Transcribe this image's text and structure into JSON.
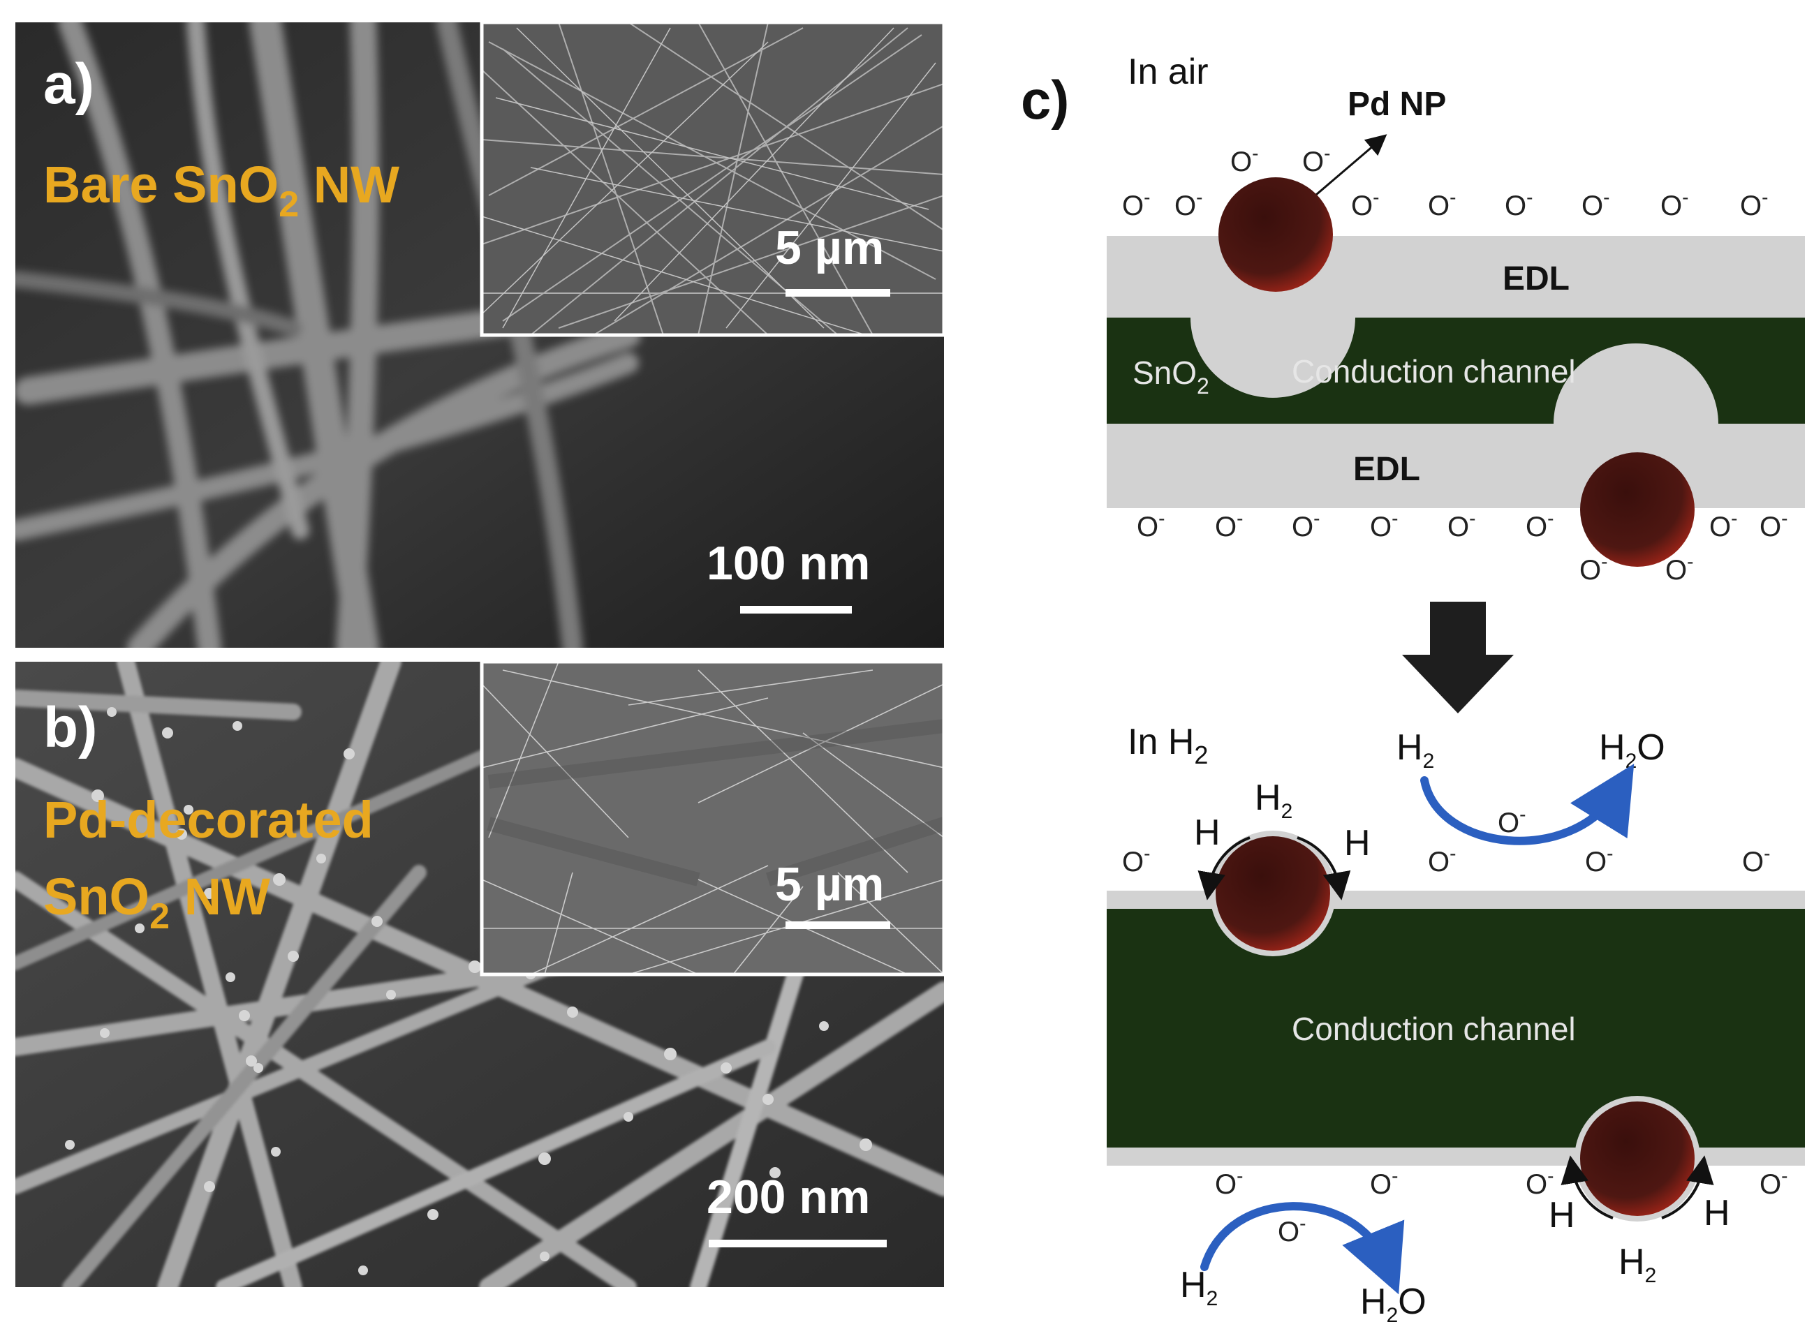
{
  "panel_a": {
    "letter": "a)",
    "label_main": "Bare SnO",
    "label_sub": "2",
    "label_tail": " NW",
    "inset_scale": "5 µm",
    "main_scale": "100 nm"
  },
  "panel_b": {
    "letter": "b)",
    "label_line1": "Pd-decorated",
    "label_line2_main": "SnO",
    "label_line2_sub": "2",
    "label_line2_tail": " NW",
    "inset_scale": "5 µm",
    "main_scale": "200 nm"
  },
  "panel_c": {
    "letter": "c)",
    "air": {
      "title": "In air",
      "pd_label": "Pd NP",
      "edl_top": "EDL",
      "edl_bottom": "EDL",
      "sno2_main": "SnO",
      "sno2_sub": "2",
      "channel": "Conduction channel",
      "oxygen": "O",
      "oxygen_sup": "-"
    },
    "h2": {
      "title_main": "In H",
      "title_sub": "2",
      "channel": "Conduction channel",
      "h": "H",
      "h2_main": "H",
      "h2_sub": "2",
      "h2o_main": "H",
      "h2o_sub": "2",
      "h2o_tail": "O",
      "oxygen": "O",
      "oxygen_sup": "-"
    }
  },
  "colors": {
    "label_yellow": "#e8a820",
    "channel_green": "#1a3212",
    "edl_gray": "#d2d2d2",
    "nanoparticle": "#4a1410",
    "arrow_blue": "#2b5fc0"
  }
}
